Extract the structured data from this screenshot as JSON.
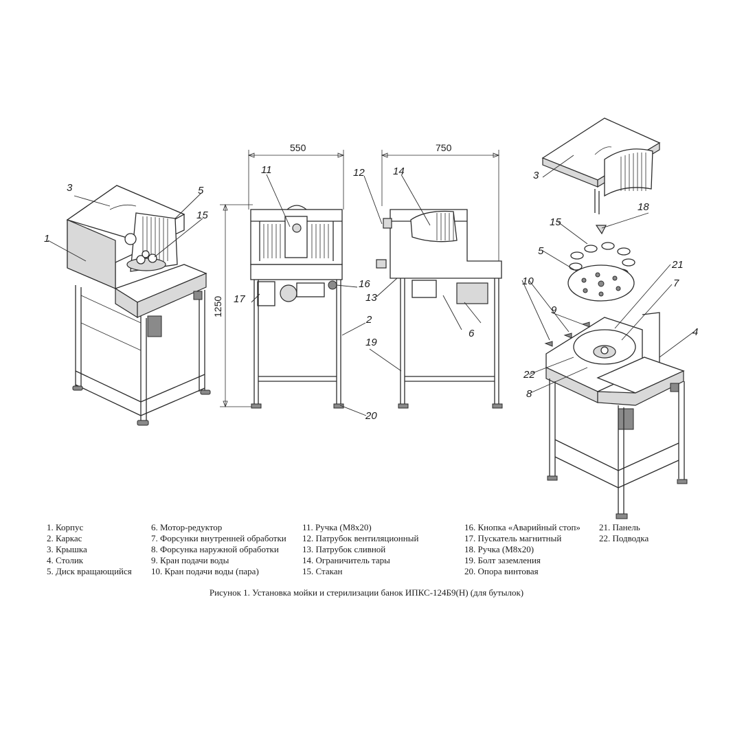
{
  "dimensions": {
    "width": "550",
    "depth": "750",
    "height": "1250"
  },
  "callouts": [
    "1",
    "2",
    "3",
    "4",
    "5",
    "6",
    "7",
    "8",
    "9",
    "10",
    "11",
    "12",
    "13",
    "14",
    "15",
    "16",
    "17",
    "18",
    "19",
    "20",
    "21",
    "22"
  ],
  "legend": {
    "col1": [
      "1. Корпус",
      "2. Каркас",
      "3. Крышка",
      "4. Столик",
      "5. Диск вращающийся"
    ],
    "col2": [
      "6. Мотор-редуктор",
      "7. Форсунки внутренней обработки",
      "8. Форсунка наружной обработки",
      "9. Кран подачи воды",
      "10. Кран подачи воды (пара)"
    ],
    "col3": [
      "11. Ручка (М8х20)",
      "12. Патрубок вентиляционный",
      "13. Патрубок сливной",
      "14. Ограничитель тары",
      "15. Стакан"
    ],
    "col4": [
      "16. Кнопка «Аварийный стоп»",
      "17. Пускатель магнитный",
      "18. Ручка (М8х20)",
      "19. Болт заземления",
      "20. Опора винтовая"
    ],
    "col5": [
      "21. Панель",
      "22. Подводка"
    ]
  },
  "caption": "Рисунок 1. Установка мойки и стерилизации банок ИПКС-124Б9(Н) (для бутылок)"
}
